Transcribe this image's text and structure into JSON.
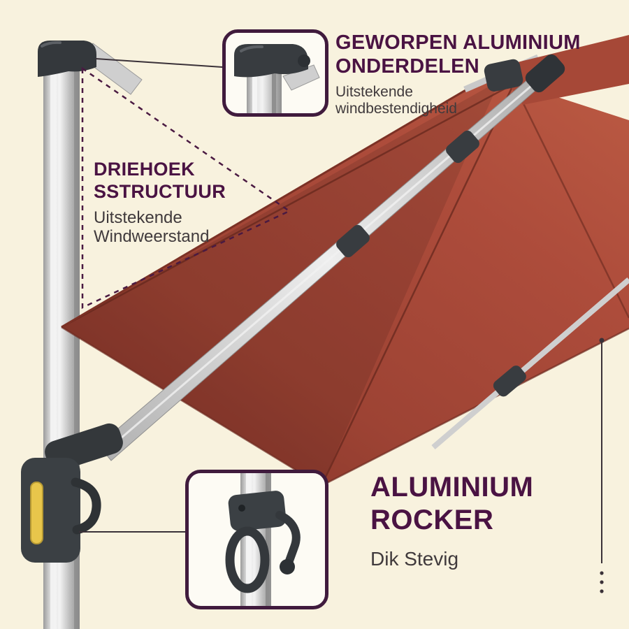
{
  "background": "#f8f2de",
  "colors": {
    "heading": "#4a1343",
    "body_text": "#403a3c",
    "callout_border": "#401b3d",
    "callout_bg": "#fdfbf4",
    "dashed_outline": "#4a1a42",
    "leader_line": "#3a3138",
    "canopy": "#a64837",
    "canopy_shadow": "#8a392c",
    "canopy_highlight": "#b85a42",
    "canopy_crease": "#63261c",
    "aluminum": "#d7d7d7",
    "aluminum_dark": "#9a9a9a",
    "joint_dark": "#383c40",
    "handle_accent": "#e8c64b"
  },
  "callouts": {
    "top": {
      "title_line1": "GEWORPEN ALUMINIUM",
      "title_line2": "ONDERDELEN",
      "subtitle_line1": "Uitstekende",
      "subtitle_line2": "windbestendigheid"
    },
    "left": {
      "title_line1": "DRIEHOEK",
      "title_line2": "SSTRUCTUUR",
      "subtitle_line1": "Uitstekende",
      "subtitle_line2": "Windweerstand"
    },
    "bottom": {
      "title_line1": "ALUMINIUM",
      "title_line2": "ROCKER",
      "subtitle": "Dik Stevig"
    }
  }
}
